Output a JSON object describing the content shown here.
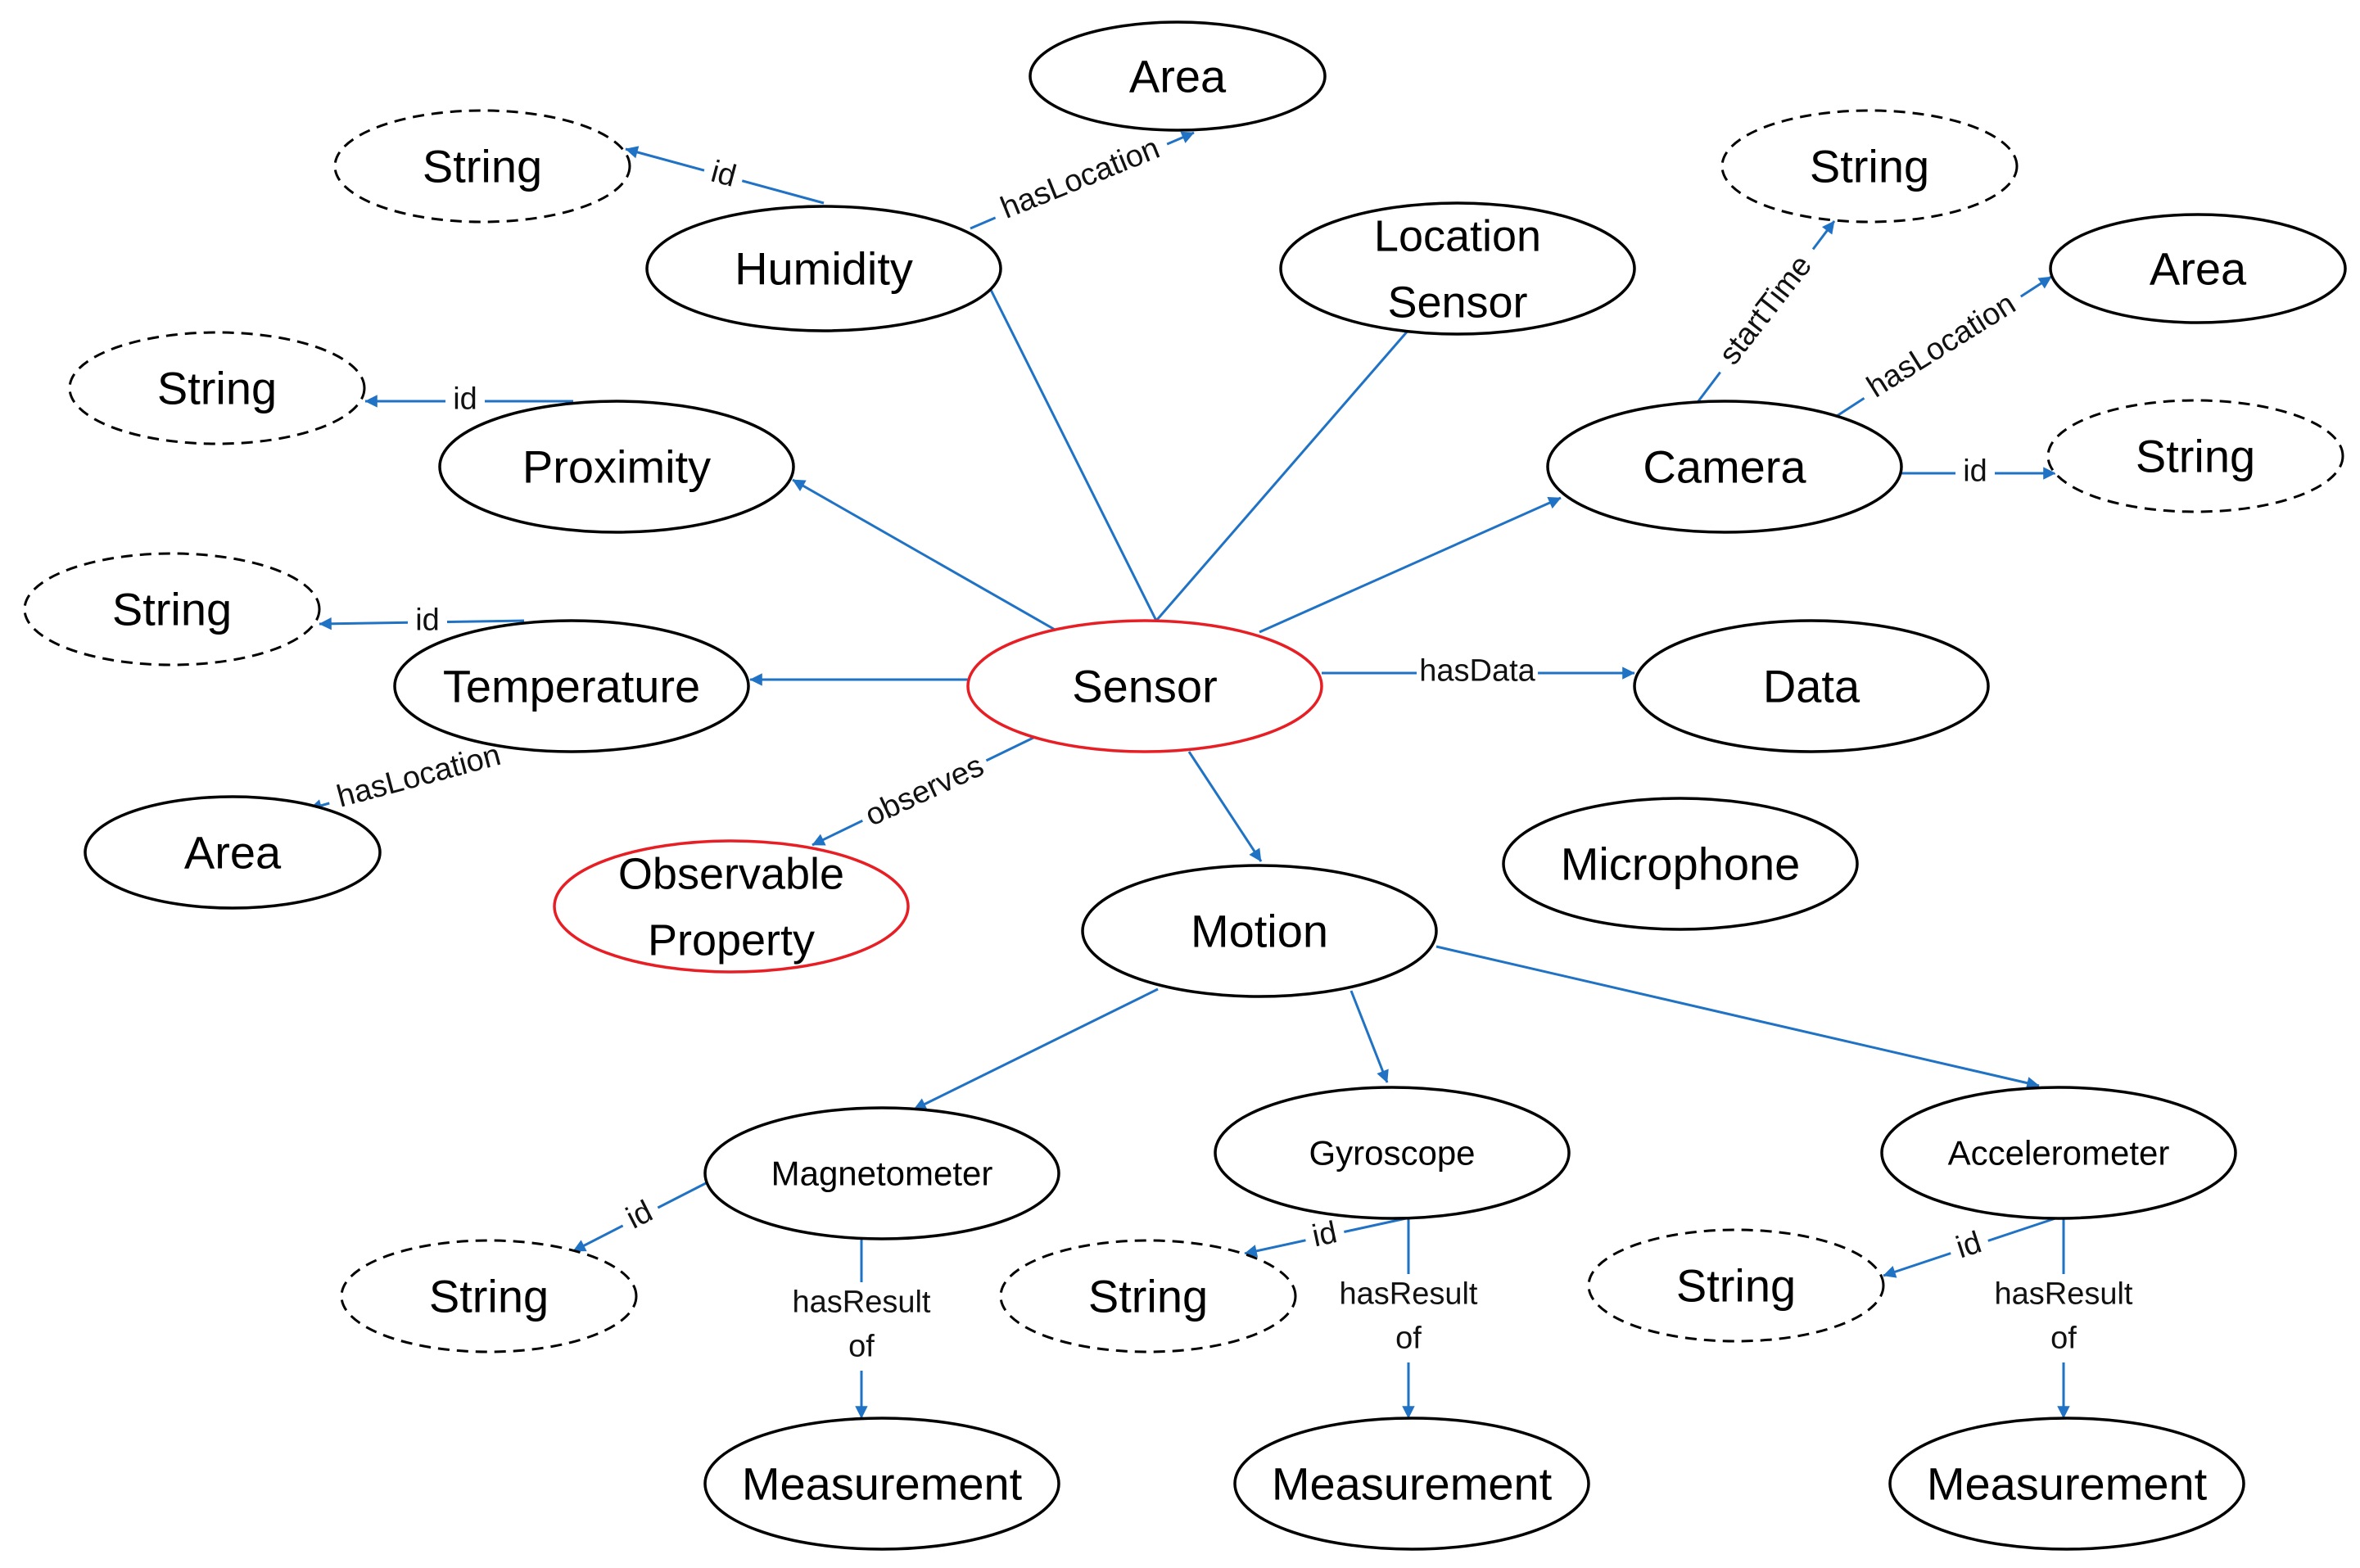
{
  "colors": {
    "edge": "#1f72c4",
    "node_stroke": "#000000",
    "highlight_stroke": "#e81e25",
    "background": "#ffffff"
  },
  "nodes": [
    {
      "id": "sensor",
      "lines": [
        "Sensor"
      ],
      "style": "primary"
    },
    {
      "id": "observable-property",
      "lines": [
        "Observable",
        "Property"
      ],
      "style": "primary"
    },
    {
      "id": "humidity",
      "lines": [
        "Humidity"
      ],
      "style": "class"
    },
    {
      "id": "humidity-area",
      "lines": [
        "Area"
      ],
      "style": "class"
    },
    {
      "id": "humidity-string",
      "lines": [
        "String"
      ],
      "style": "literal"
    },
    {
      "id": "proximity",
      "lines": [
        "Proximity"
      ],
      "style": "class"
    },
    {
      "id": "proximity-string",
      "lines": [
        "String"
      ],
      "style": "literal"
    },
    {
      "id": "temperature",
      "lines": [
        "Temperature"
      ],
      "style": "class"
    },
    {
      "id": "temperature-string",
      "lines": [
        "String"
      ],
      "style": "literal"
    },
    {
      "id": "temperature-area",
      "lines": [
        "Area"
      ],
      "style": "class"
    },
    {
      "id": "location-sensor",
      "lines": [
        "Location",
        "Sensor"
      ],
      "style": "class"
    },
    {
      "id": "camera",
      "lines": [
        "Camera"
      ],
      "style": "class"
    },
    {
      "id": "camera-start-string",
      "lines": [
        "String"
      ],
      "style": "literal"
    },
    {
      "id": "camera-area",
      "lines": [
        "Area"
      ],
      "style": "class"
    },
    {
      "id": "camera-id-string",
      "lines": [
        "String"
      ],
      "style": "literal"
    },
    {
      "id": "data",
      "lines": [
        "Data"
      ],
      "style": "class"
    },
    {
      "id": "microphone",
      "lines": [
        "Microphone"
      ],
      "style": "class"
    },
    {
      "id": "motion",
      "lines": [
        "Motion"
      ],
      "style": "class"
    },
    {
      "id": "magnetometer",
      "lines": [
        "Magnetometer"
      ],
      "style": "class"
    },
    {
      "id": "magnetometer-string",
      "lines": [
        "String"
      ],
      "style": "literal"
    },
    {
      "id": "magnetometer-measurement",
      "lines": [
        "Measurement"
      ],
      "style": "class"
    },
    {
      "id": "gyroscope",
      "lines": [
        "Gyroscope"
      ],
      "style": "class"
    },
    {
      "id": "gyroscope-string",
      "lines": [
        "String"
      ],
      "style": "literal"
    },
    {
      "id": "gyroscope-measurement",
      "lines": [
        "Measurement"
      ],
      "style": "class"
    },
    {
      "id": "accelerometer",
      "lines": [
        "Accelerometer"
      ],
      "style": "class"
    },
    {
      "id": "accelerometer-string",
      "lines": [
        "String"
      ],
      "style": "literal"
    },
    {
      "id": "accelerometer-measurement",
      "lines": [
        "Measurement"
      ],
      "style": "class"
    }
  ],
  "edges": [
    {
      "id": "sensor-humidity",
      "from": "sensor",
      "to": "humidity",
      "label": []
    },
    {
      "id": "sensor-proximity",
      "from": "sensor",
      "to": "proximity",
      "label": []
    },
    {
      "id": "sensor-temperature",
      "from": "sensor",
      "to": "temperature",
      "label": []
    },
    {
      "id": "sensor-location-sensor",
      "from": "sensor",
      "to": "location-sensor",
      "label": []
    },
    {
      "id": "sensor-camera",
      "from": "sensor",
      "to": "camera",
      "label": []
    },
    {
      "id": "sensor-data",
      "from": "sensor",
      "to": "data",
      "label": [
        "hasData"
      ]
    },
    {
      "id": "sensor-observable-property",
      "from": "sensor",
      "to": "observable-property",
      "label": [
        "observes"
      ]
    },
    {
      "id": "sensor-motion",
      "from": "sensor",
      "to": "motion",
      "label": []
    },
    {
      "id": "humidity-id",
      "from": "humidity",
      "to": "humidity-string",
      "label": [
        "id"
      ]
    },
    {
      "id": "humidity-location",
      "from": "humidity",
      "to": "humidity-area",
      "label": [
        "hasLocation"
      ]
    },
    {
      "id": "proximity-id",
      "from": "proximity",
      "to": "proximity-string",
      "label": [
        "id"
      ]
    },
    {
      "id": "temperature-id",
      "from": "temperature",
      "to": "temperature-string",
      "label": [
        "id"
      ]
    },
    {
      "id": "temperature-location",
      "from": "temperature",
      "to": "temperature-area",
      "label": [
        "hasLocation"
      ]
    },
    {
      "id": "camera-start-time",
      "from": "camera",
      "to": "camera-start-string",
      "label": [
        "startTime"
      ]
    },
    {
      "id": "camera-location",
      "from": "camera",
      "to": "camera-area",
      "label": [
        "hasLocation"
      ]
    },
    {
      "id": "camera-id",
      "from": "camera",
      "to": "camera-id-string",
      "label": [
        "id"
      ]
    },
    {
      "id": "motion-magnetometer",
      "from": "motion",
      "to": "magnetometer",
      "label": []
    },
    {
      "id": "motion-gyroscope",
      "from": "motion",
      "to": "gyroscope",
      "label": []
    },
    {
      "id": "motion-accelerometer",
      "from": "motion",
      "to": "accelerometer",
      "label": []
    },
    {
      "id": "magnetometer-id",
      "from": "magnetometer",
      "to": "magnetometer-string",
      "label": [
        "id"
      ]
    },
    {
      "id": "magnetometer-result",
      "from": "magnetometer",
      "to": "magnetometer-measurement",
      "label": [
        "hasResult",
        "of"
      ]
    },
    {
      "id": "gyroscope-id",
      "from": "gyroscope",
      "to": "gyroscope-string",
      "label": [
        "id"
      ]
    },
    {
      "id": "gyroscope-result",
      "from": "gyroscope",
      "to": "gyroscope-measurement",
      "label": [
        "hasResult",
        "of"
      ]
    },
    {
      "id": "accelerometer-id",
      "from": "accelerometer",
      "to": "accelerometer-string",
      "label": [
        "id"
      ]
    },
    {
      "id": "accelerometer-result",
      "from": "accelerometer",
      "to": "accelerometer-measurement",
      "label": [
        "hasResult",
        "of"
      ]
    }
  ]
}
